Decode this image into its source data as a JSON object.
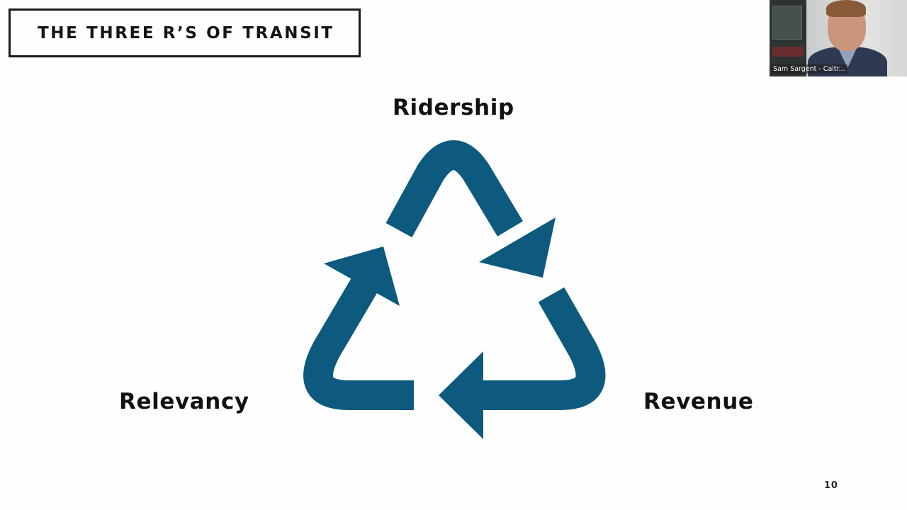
{
  "slide": {
    "title": "THE THREE R’S OF TRANSIT",
    "labels": {
      "top": "Ridership",
      "left": "Relevancy",
      "right": "Revenue"
    },
    "page_number": "10",
    "graphic": {
      "icon": "recycle-cycle-arrows",
      "color": "#0e5a7e"
    }
  },
  "video": {
    "participant_name": "Sam Sargent - Caltr..."
  }
}
